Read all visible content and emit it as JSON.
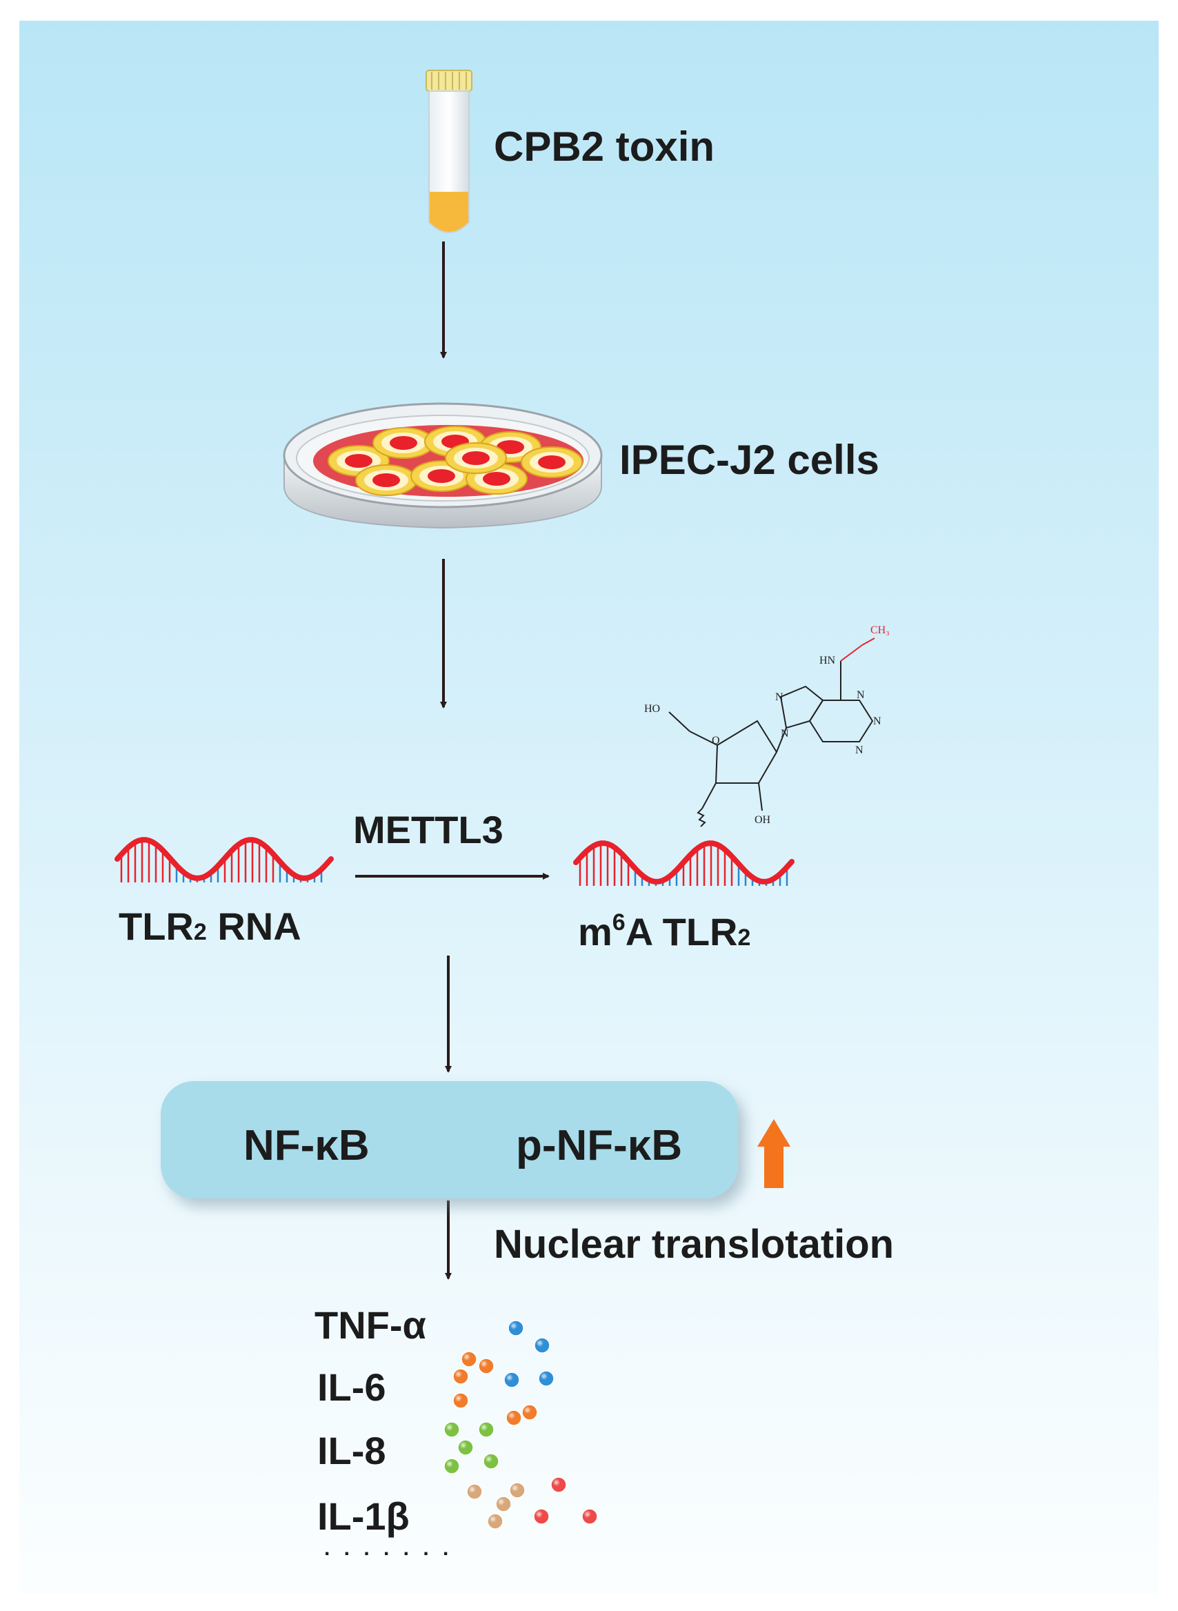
{
  "labels": {
    "toxin": "CPB2 toxin",
    "cells": "IPEC-J2 cells",
    "enzyme": "METTL3",
    "rna_main": "TLR",
    "rna_sub": "2",
    "rna_suffix": " RNA",
    "mod_m": "m",
    "mod_sup": "6",
    "mod_main": "A TLR",
    "mod_sub": "2",
    "nfkb": "NF-κB",
    "pnfkb": "p-NF-κB",
    "translocation": "Nuclear translotation",
    "cytokines": [
      "TNF-α",
      "IL-6",
      "IL-8",
      "IL-1β"
    ],
    "ellipsis": ". . . . . . ."
  },
  "molecule": {
    "ho": "HO",
    "oh": "OH",
    "o": "O",
    "hn": "HN",
    "ch3": "CH₃",
    "n": "N"
  },
  "colors": {
    "tnf_bead": "#2f8fd6",
    "il6_bead": "#f07c2c",
    "il8_bead": "#7cc142",
    "il1b_bead_tan": "#d8a77a",
    "il1b_bead_red": "#ee4a4a",
    "rna_strand": "#e8212a",
    "rna_base_blue": "#2a86d1",
    "nfkb_box": "#a8dcea",
    "up_arrow": "#f4741e"
  }
}
